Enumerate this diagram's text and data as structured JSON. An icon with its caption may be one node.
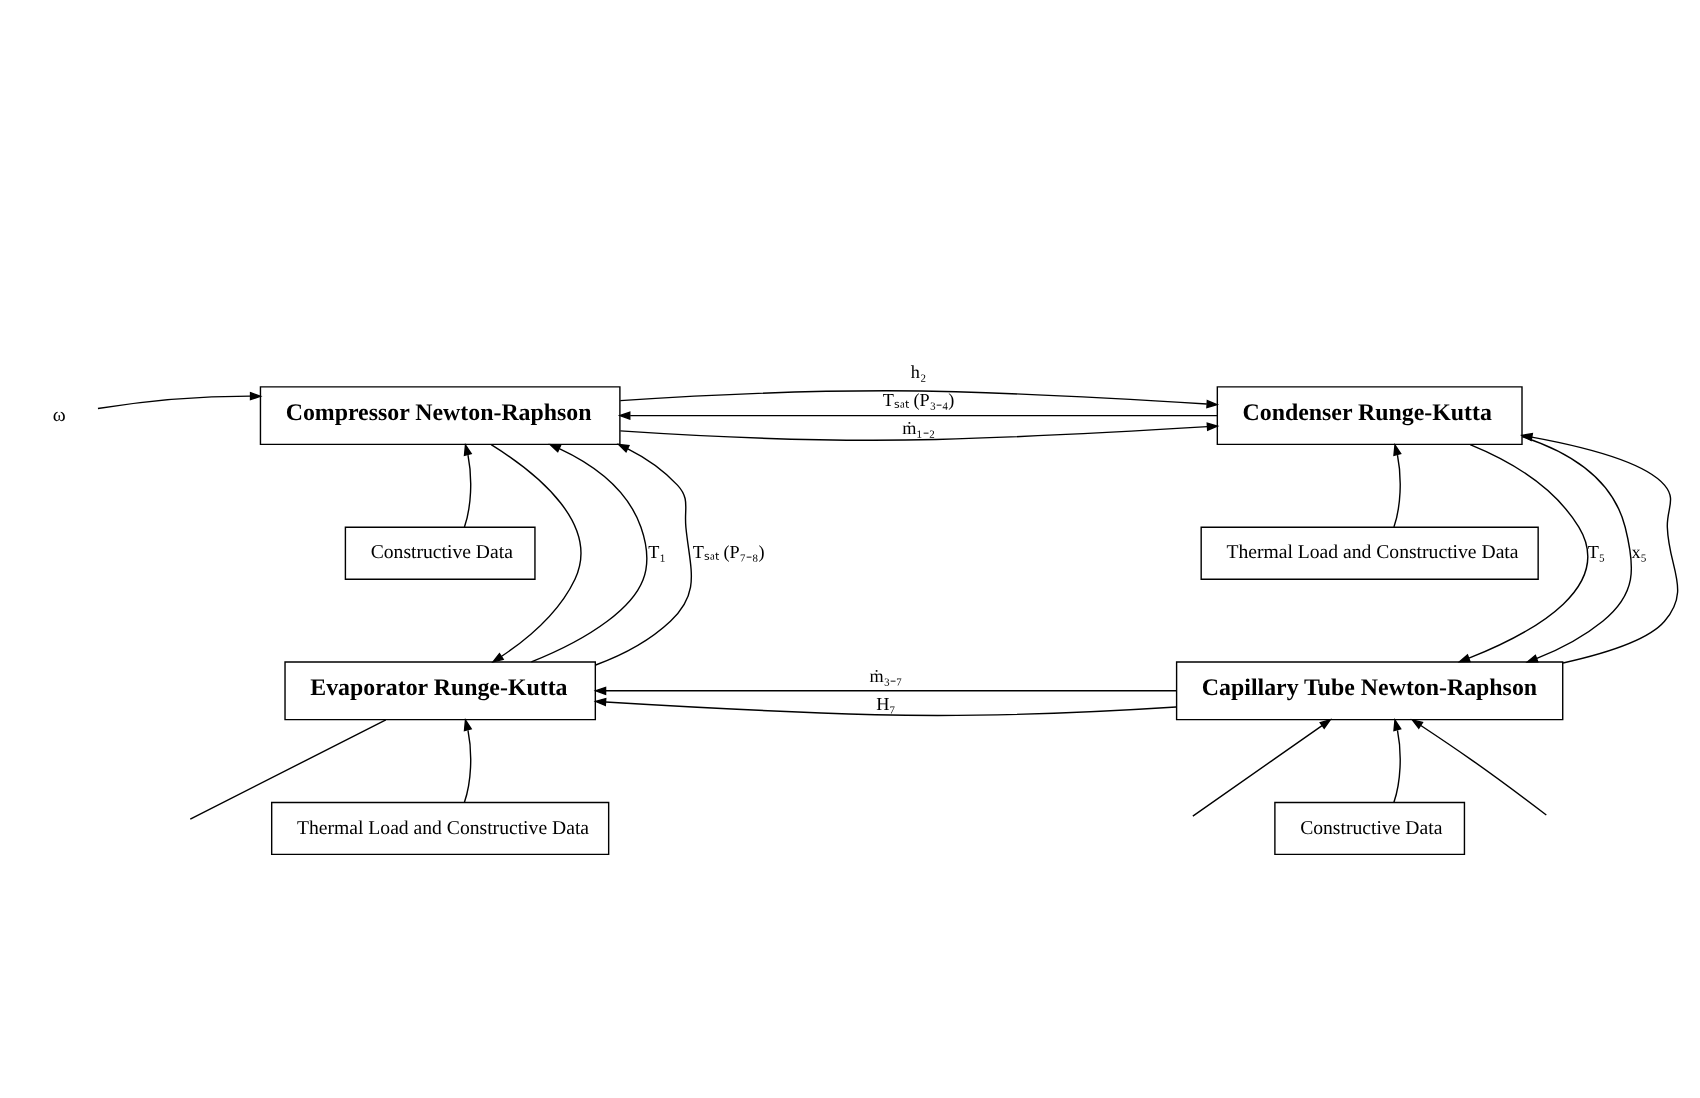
{
  "diagram": {
    "nodes": [
      {
        "text": [
          "Compressor Newton-Raphson"
        ]
      },
      {
        "text": [
          "Condenser Runge-Kutta"
        ]
      },
      {
        "text": [
          "Constructive Data"
        ]
      },
      {
        "text": [
          "Thermal Load and Constructive Data"
        ]
      },
      {
        "text": [
          "Evaporator Runge-Kutta"
        ]
      },
      {
        "text": [
          "Capillary Tube Newton-Raphson"
        ]
      },
      {
        "text": [
          "Thermal Load and Constructive Data"
        ]
      },
      {
        "text": [
          "Constructive Data"
        ]
      },
      {
        "text": [
          "ω"
        ]
      }
    ],
    "edges": [
      {
        "from": 8,
        "to": 0,
        "arrow": "to"
      },
      {
        "from": 0,
        "to": 1,
        "arrow": "to",
        "label": "h₂"
      },
      {
        "from": 0,
        "to": 1,
        "arrow": "to",
        "label": "ṁ₁₋₂"
      },
      {
        "from": 0,
        "to": 4,
        "arrow": "to"
      },
      {
        "from": 2,
        "to": 0,
        "arrow": "to"
      },
      {
        "from": 1,
        "to": 0,
        "arrow": "to",
        "label": "Tₛₐₜ (P₃₋₄)"
      },
      {
        "from": 1,
        "to": 5,
        "arrow": "to",
        "label": "T₅"
      },
      {
        "from": 1,
        "to": 5,
        "arrow": "to",
        "label": "x₅"
      },
      {
        "from": 3,
        "to": 1,
        "arrow": "to"
      },
      {
        "from": 4,
        "to": 0,
        "arrow": "to",
        "label": "T₁"
      },
      {
        "from": 4,
        "to": 0,
        "arrow": "to",
        "label": "Tₛₐₜ (P₇₋₈)"
      },
      {
        "from": 4,
        "to": null,
        "arrow": "none"
      },
      {
        "from": 6,
        "to": 4,
        "arrow": "to"
      },
      {
        "from": 5,
        "to": 4,
        "arrow": "to",
        "label": "ṁ₃₋₇"
      },
      {
        "from": 5,
        "to": 1,
        "arrow": "to"
      },
      {
        "from": 5,
        "to": 4,
        "arrow": "to",
        "label": "H₇"
      },
      {
        "from": null,
        "to": 5,
        "arrow": "to"
      },
      {
        "from": null,
        "to": 5,
        "arrow": "to"
      },
      {
        "from": 7,
        "to": 5,
        "arrow": "to"
      }
    ]
  }
}
